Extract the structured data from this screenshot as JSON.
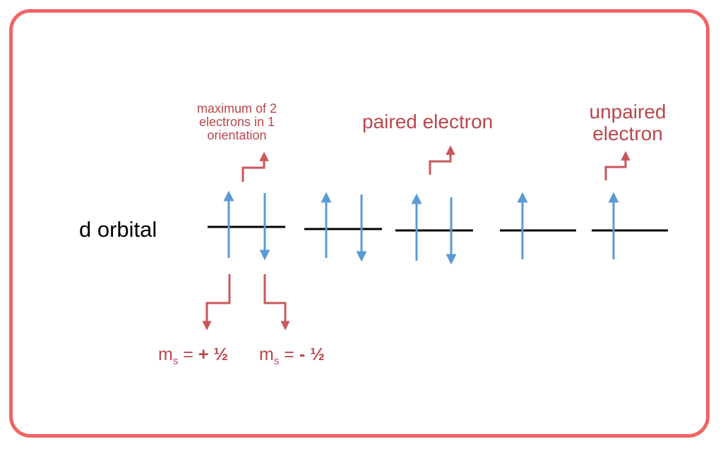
{
  "orbital_label": "d orbital",
  "annotations": {
    "max_electrons": "maximum of 2 electrons in 1 orientation",
    "paired": "paired electron",
    "unpaired": "unpaired electron"
  },
  "spin_labels": {
    "plus": {
      "symbol": "m",
      "subscript": "s",
      "equals": " = ",
      "value": "+ ½"
    },
    "minus": {
      "symbol": "m",
      "subscript": "s",
      "equals": " = ",
      "value": "- ½"
    }
  },
  "orbitals": [
    {
      "up": true,
      "down": true
    },
    {
      "up": true,
      "down": true
    },
    {
      "up": true,
      "down": true
    },
    {
      "up": true,
      "down": false
    },
    {
      "up": true,
      "down": false
    }
  ],
  "colors": {
    "frame": "#f06464",
    "electron_arrow": "#5b9bd5",
    "annotation": "#b9474b",
    "orbital_line": "#000000"
  }
}
